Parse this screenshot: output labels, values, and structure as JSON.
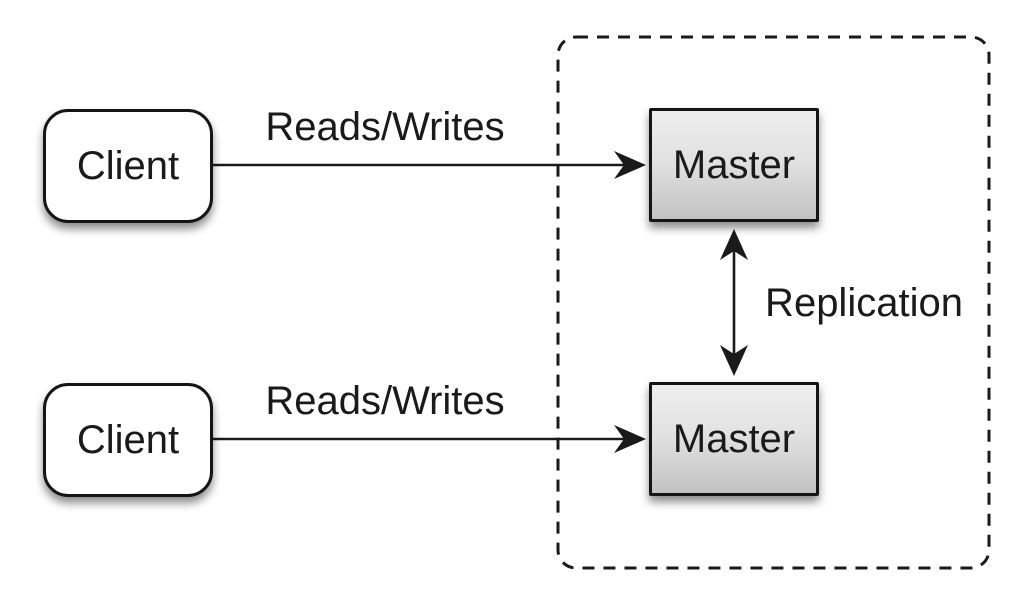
{
  "diagram": {
    "type": "architecture",
    "background_color": "#ffffff",
    "line_color": "#1a1a1a",
    "nodes": [
      {
        "id": "client-top",
        "label": "Client",
        "shape": "rounded-rectangle",
        "fill": "#ffffff"
      },
      {
        "id": "master-top",
        "label": "Master",
        "shape": "rectangle",
        "fill_top": "#eeeeee",
        "fill_bottom": "#c2c2c2"
      },
      {
        "id": "client-bottom",
        "label": "Client",
        "shape": "rounded-rectangle",
        "fill": "#ffffff"
      },
      {
        "id": "master-bottom",
        "label": "Master",
        "shape": "rectangle",
        "fill_top": "#eeeeee",
        "fill_bottom": "#c2c2c2"
      }
    ],
    "edges": [
      {
        "id": "reads-writes-top",
        "label": "Reads/Writes",
        "from": "client-top",
        "to": "master-top",
        "direction": "one-way"
      },
      {
        "id": "reads-writes-bottom",
        "label": "Reads/Writes",
        "from": "client-bottom",
        "to": "master-bottom",
        "direction": "one-way"
      },
      {
        "id": "replication",
        "label": "Replication",
        "from": "master-top",
        "to": "master-bottom",
        "direction": "two-way"
      }
    ],
    "group": {
      "id": "master-group",
      "style": "dashed-rounded-rectangle",
      "members": [
        "master-top",
        "master-bottom"
      ]
    }
  }
}
